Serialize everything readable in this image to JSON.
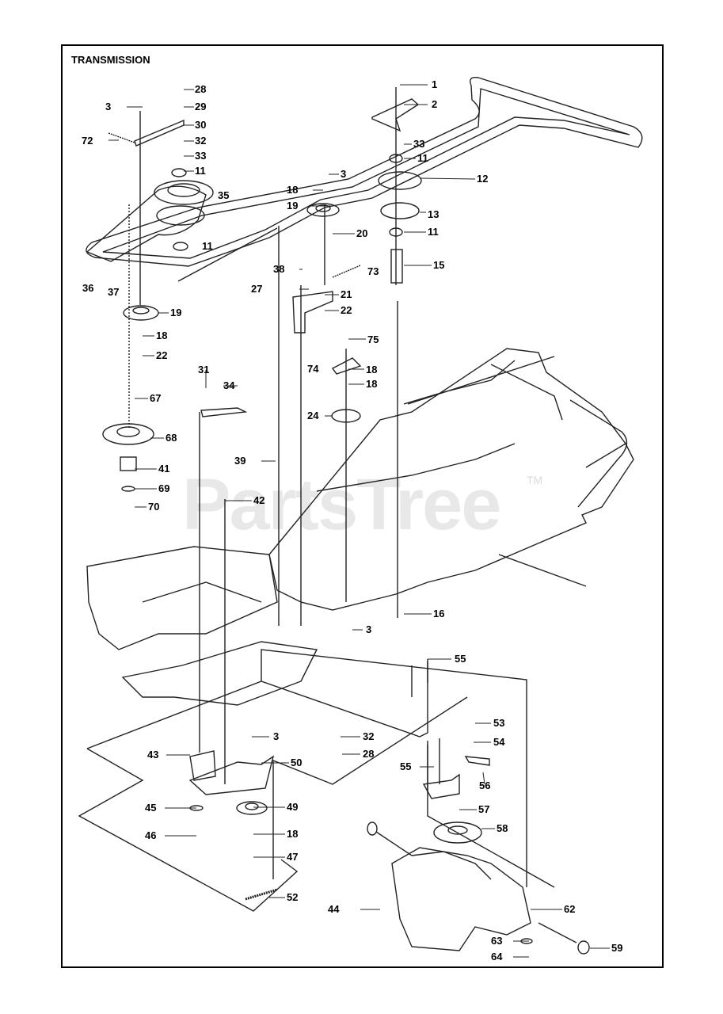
{
  "title": "TRANSMISSION",
  "watermark": "PartsTree",
  "watermark_tm": "TM",
  "callouts": [
    "28",
    "29",
    "30",
    "32",
    "33",
    "11",
    "35",
    "11",
    "3",
    "72",
    "36",
    "37",
    "19",
    "18",
    "22",
    "67",
    "68",
    "41",
    "69",
    "70",
    "31",
    "34",
    "42",
    "38",
    "27",
    "21",
    "22",
    "18",
    "19",
    "20",
    "3",
    "73",
    "39",
    "1",
    "2",
    "33",
    "11",
    "12",
    "13",
    "11",
    "15",
    "75",
    "74",
    "18",
    "18",
    "24",
    "16",
    "3",
    "55",
    "53",
    "54",
    "55",
    "56",
    "57",
    "58",
    "62",
    "44",
    "63",
    "64",
    "59",
    "43",
    "50",
    "45",
    "49",
    "46",
    "18",
    "47",
    "52",
    "3",
    "32",
    "28"
  ]
}
